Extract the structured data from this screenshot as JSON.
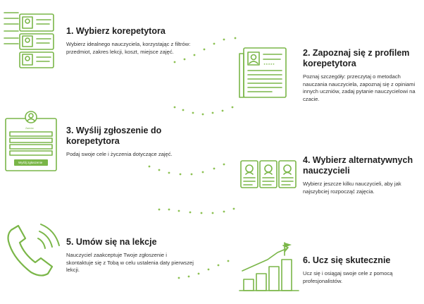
{
  "steps": [
    {
      "title": "1. Wybierz korepetytora",
      "text": "Wybierz idealnego nauczyciela, korzystając z filtrów: przedmiot, zakres lekcji, koszt, miejsce zajęć.",
      "icon": "teacher-list-icon"
    },
    {
      "title": "2. Zapoznaj się z profilem korepetytora",
      "text": "Poznaj szczegóły: przeczytaj o metodach nauczania nauczyciela, zapoznaj się z opiniami innych uczniów, zadaj pytanie nauczycielowi na czacie.",
      "icon": "profile-document-icon"
    },
    {
      "title": "3. Wyślij zgłoszenie do korepetytora",
      "text": "Podaj swoje cele i życzenia dotyczące zajęć.",
      "icon": "application-form-icon",
      "form_title": "Zamów",
      "form_button": "Wyślij zgłoszenie"
    },
    {
      "title": "4. Wybierz alternatywnych nauczycieli",
      "text": "Wybierz jeszcze kilku nauczycieli, aby jak najszybciej rozpocząć zajęcia.",
      "icon": "teacher-cards-icon"
    },
    {
      "title": "5. Umów się na lekcje",
      "text": "Nauczyciel zaakceptuje Twoje zgłoszenie i skontaktuje się z Tobą w celu ustalenia daty pierwszej lekcji.",
      "icon": "phone-call-icon"
    },
    {
      "title": "6. Ucz się skutecznie",
      "text": "Ucz się i osiągaj swoje cele z pomocą profesjonalistów.",
      "icon": "growth-chart-icon"
    }
  ],
  "colors": {
    "accent": "#7ab648",
    "heading": "#1e1e1e",
    "body": "#333333"
  }
}
